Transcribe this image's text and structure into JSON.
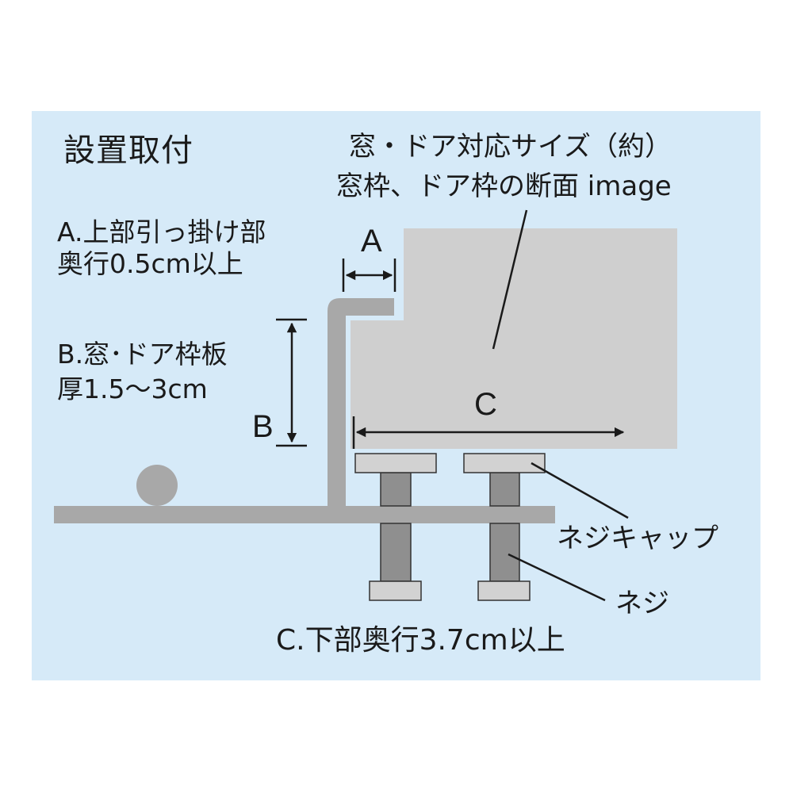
{
  "title": "設置取付",
  "spec": {
    "title": "窓・ドア対応サイズ（約）",
    "subtitle": "窓枠、ドア枠の断面 image"
  },
  "requirements": {
    "a": {
      "line1": "A.上部引っ掛け部",
      "line2": "奥行0.5cm以上"
    },
    "b": {
      "line1": "B.窓･ドア枠板",
      "line2": "厚1.5～3cm"
    },
    "c": {
      "line1": "C.下部奥行3.7cm以上"
    }
  },
  "dimension_letters": {
    "a": "A",
    "b": "B",
    "c": "C"
  },
  "parts": {
    "screw_cap": "ネジキャップ",
    "screw": "ネジ"
  },
  "colors": {
    "panel_bg": "#d6eaf8",
    "frame_gray": "#cfcfcf",
    "bracket_gray": "#a8a8a8",
    "screw_gray": "#8f8f8f",
    "cap_gray": "#d2d2d2",
    "line": "#1a1a1a"
  }
}
